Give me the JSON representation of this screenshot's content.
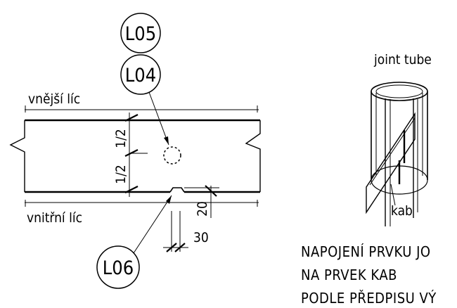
{
  "labels": {
    "outer_face": "vnější líc",
    "inner_face": "vnitřní líc",
    "joint_tube": "joint tube",
    "kab": "kab"
  },
  "bubbles": {
    "l05": "L05",
    "l04": "L04",
    "l06": "L06"
  },
  "dimensions": {
    "half_upper": "1/2",
    "half_lower": "1/2",
    "dim_20": "20",
    "dim_30": "30"
  },
  "note": {
    "line1": "NAPOJENÍ PRVKU JO",
    "line2": "NA PRVEK KAB",
    "line3": "PODLE PŘEDPISU VÝ"
  }
}
